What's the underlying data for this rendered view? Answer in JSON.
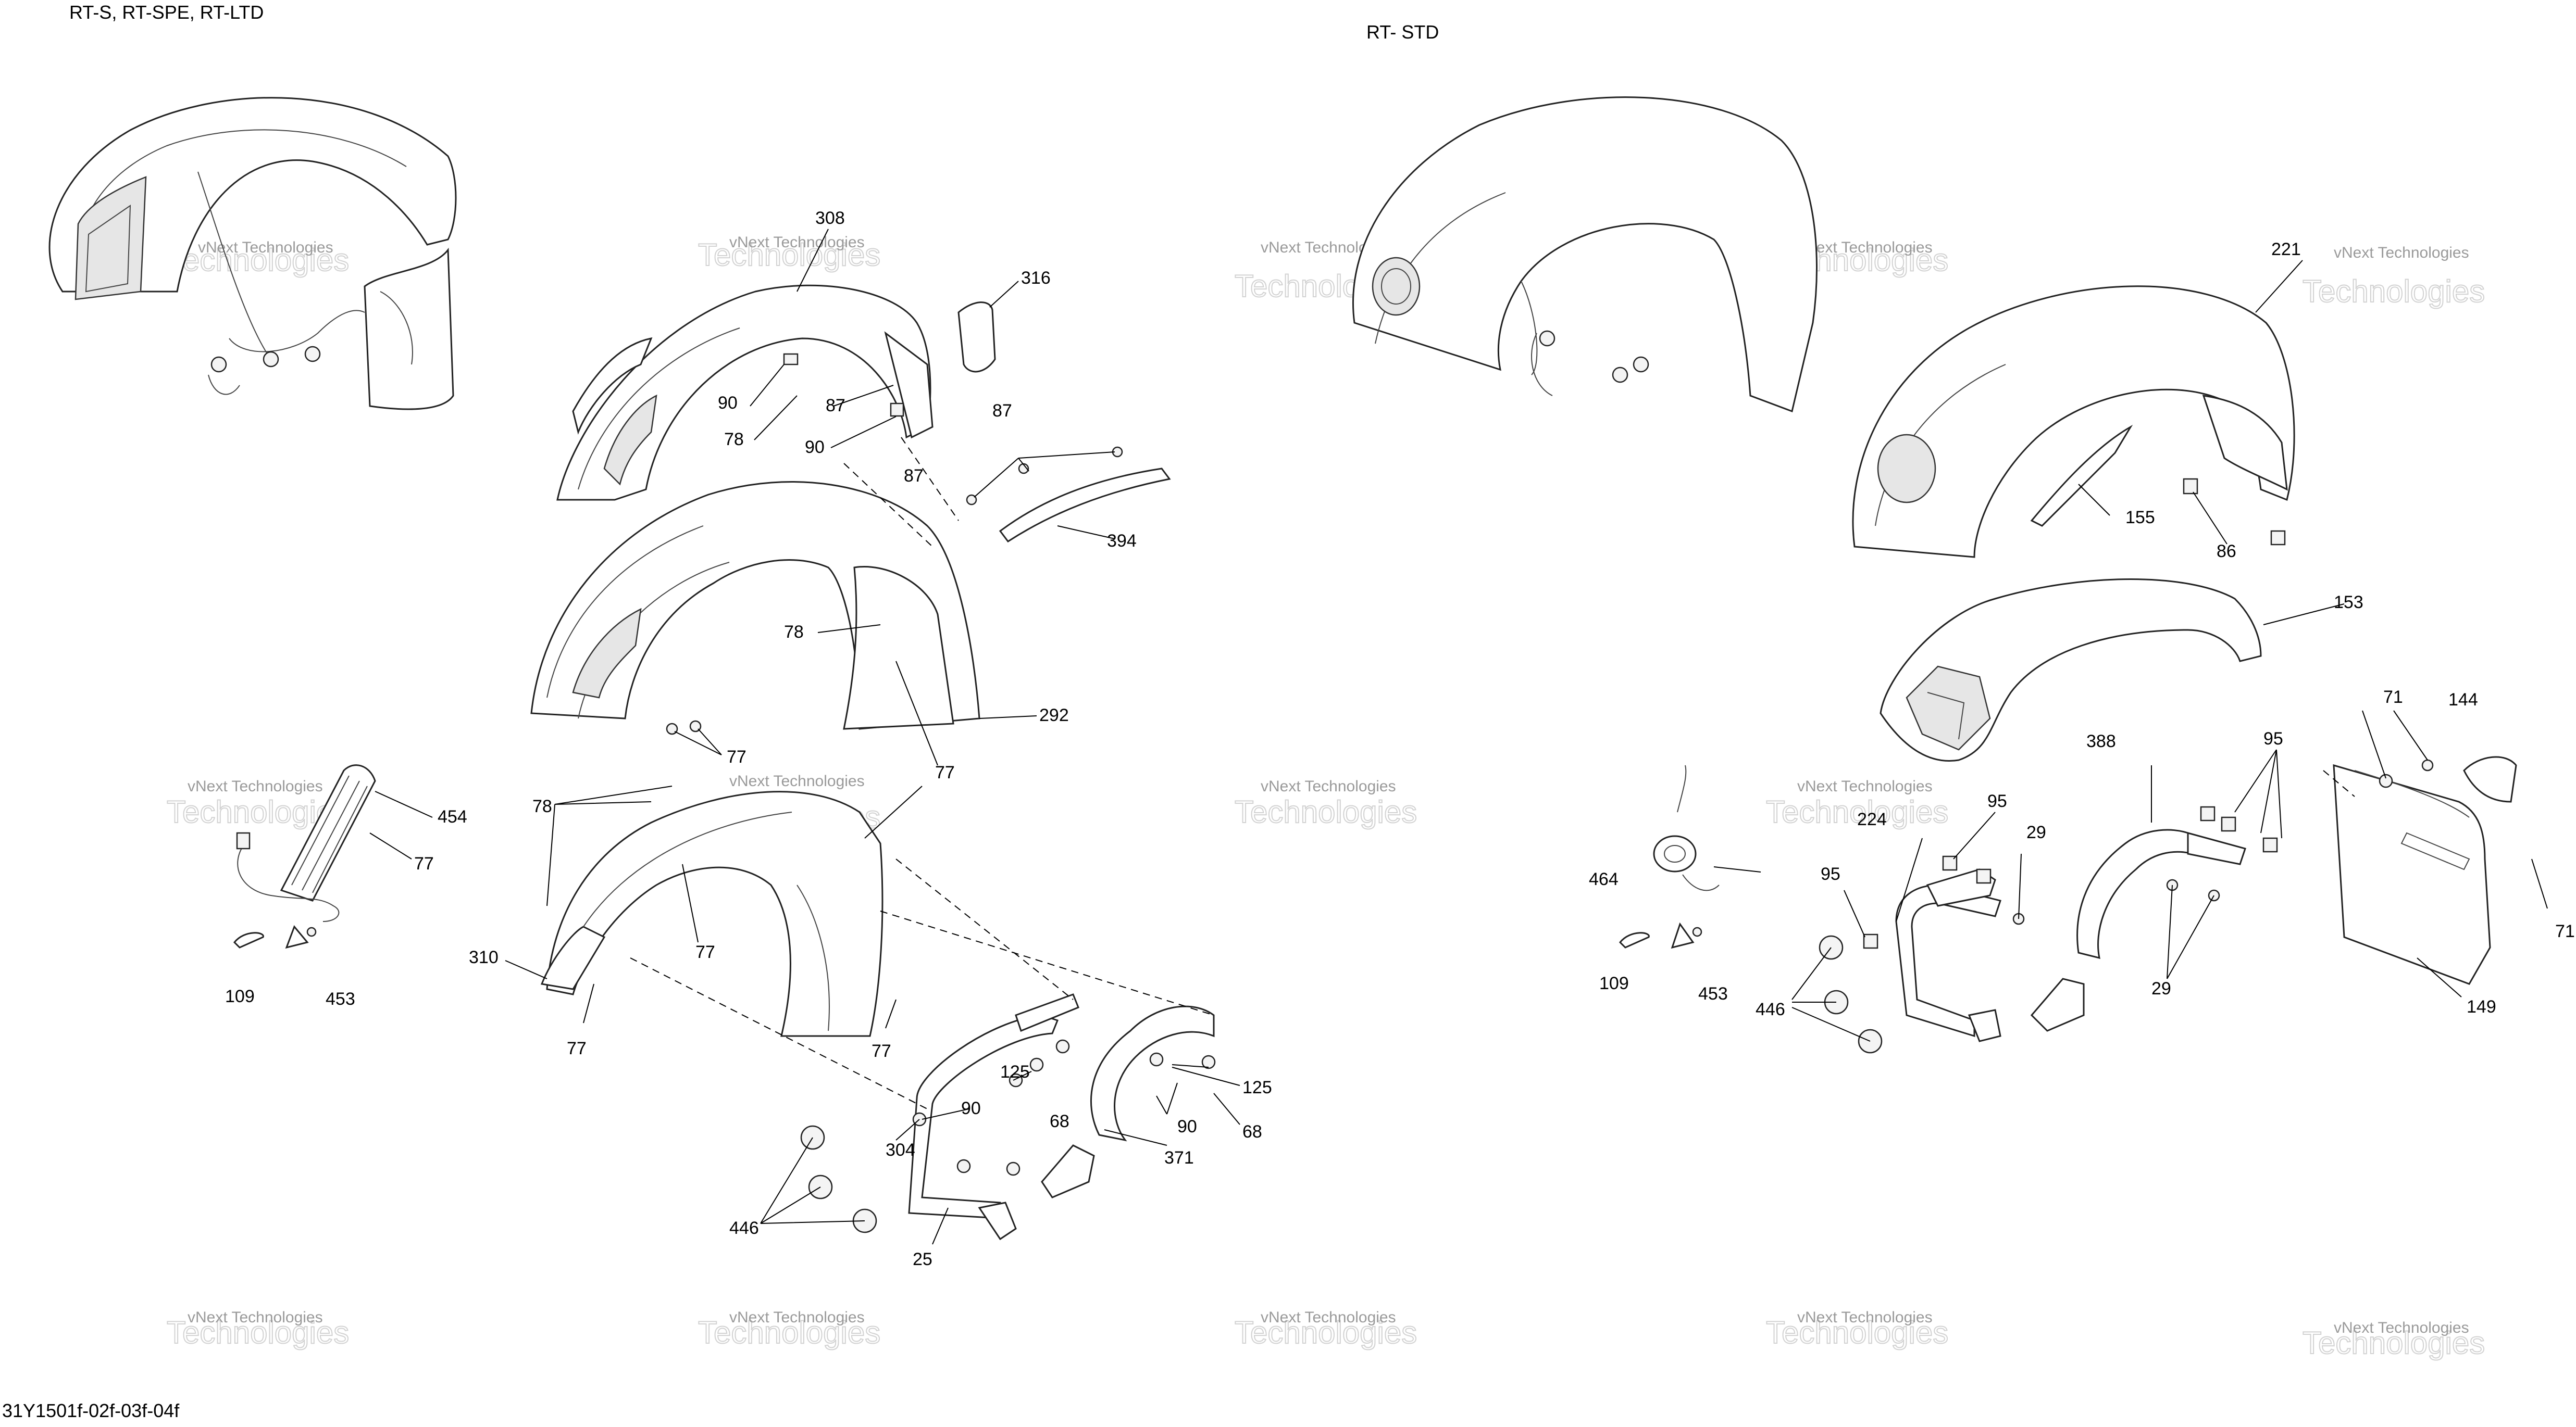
{
  "headers": {
    "left_variant": "RT-S, RT-SPE, RT-LTD",
    "right_variant": "RT- STD"
  },
  "drawing_code": "31Y1501f-02f-03f-04f",
  "watermark": {
    "line1": "vNext Technologies",
    "line2": "Technologies"
  },
  "callouts": {
    "c308": "308",
    "c316": "316",
    "c90a": "90",
    "c87a": "87",
    "c78a": "78",
    "c90b": "90",
    "c87b": "87",
    "c87c": "87",
    "c394": "394",
    "c78b": "78",
    "c292": "292",
    "c77a": "77",
    "c77b": "77",
    "c454": "454",
    "c77c": "77",
    "c109a": "109",
    "c453a": "453",
    "c78c": "78",
    "c77d": "77",
    "c310": "310",
    "c77e": "77",
    "c77f": "77",
    "c125a": "125",
    "c90c": "90",
    "c68a": "68",
    "c304": "304",
    "c90d": "90",
    "c125b": "125",
    "c68b": "68",
    "c371": "371",
    "c446a": "446",
    "c25": "25",
    "c221": "221",
    "c155": "155",
    "c86": "86",
    "c153": "153",
    "c71a": "71",
    "c144": "144",
    "c388": "388",
    "c95a": "95",
    "c224": "224",
    "c95b": "95",
    "c29a": "29",
    "c95c": "95",
    "c464": "464",
    "c109b": "109",
    "c453b": "453",
    "c446b": "446",
    "c29b": "29",
    "c71b": "71",
    "c149": "149"
  }
}
